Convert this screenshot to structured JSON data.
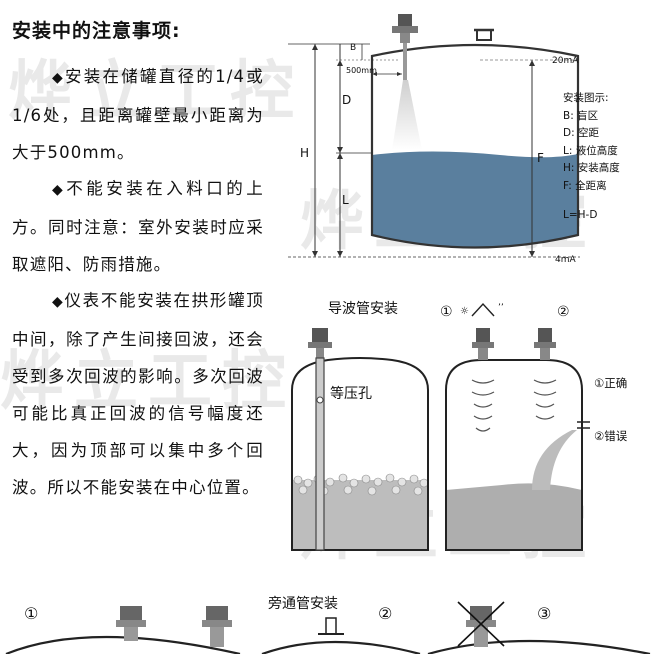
{
  "heading": "安装中的注意事项:",
  "paragraphs": [
    {
      "bullet": "◆",
      "text": "安装在储罐直径的1/4或1/6处，且距离罐壁最小距离为大于500mm。"
    },
    {
      "bullet": "◆",
      "text": "不能安装在入料口的上方。同时注意：室外安装时应采取遮阳、防雨措施。"
    },
    {
      "bullet": "◆",
      "text": "仪表不能安装在拱形罐顶中间，除了产生间接回波，还会受到多次回波的影响。多次回波可能比真正回波的信号幅度还大，因为顶部可以集中多个回波。所以不能安装在中心位置。"
    }
  ],
  "watermark": "烨立工控",
  "diagram1": {
    "labels": {
      "B": "B",
      "D": "D",
      "H": "H",
      "L": "L",
      "F": "F",
      "distance": "500mm",
      "top_current": "20mA",
      "bottom_current": "4mA"
    },
    "legend_title": "安装图示:",
    "legend_items": [
      "B: 盲区",
      "D: 空距",
      "L: 液位高度",
      "H: 安装高度",
      "F: 全距离"
    ],
    "formula": "L=H-D"
  },
  "diagram2": {
    "left_caption": "导波管安装",
    "pressure_hole": "等压孔",
    "marker1": "①",
    "marker2": "②",
    "correct": "①正确",
    "wrong": "②错误"
  },
  "diagram3": {
    "caption": "旁通管安装",
    "marker1": "①",
    "marker2": "②",
    "marker3": "③"
  }
}
